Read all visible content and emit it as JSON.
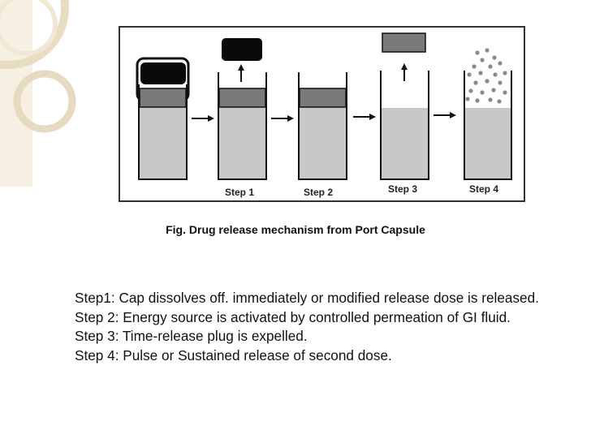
{
  "figure": {
    "step_labels": [
      "Step 1",
      "Step 2",
      "Step 3",
      "Step 4"
    ],
    "caption": "Fig. Drug release mechanism from Port Capsule"
  },
  "steps": [
    "Step1: Cap dissolves off. immediately or modified release dose is released.",
    "Step 2: Energy source is activated by controlled permeation of GI fluid.",
    "Step 3: Time-release plug is expelled.",
    "Step 4: Pulse or Sustained release of second dose."
  ],
  "colors": {
    "liquid": "#c8c8c8",
    "plug": "#7a7a7a",
    "cap": "#0a0a0a",
    "particle": "#8a8a8a",
    "decor": "#efe6d2"
  }
}
